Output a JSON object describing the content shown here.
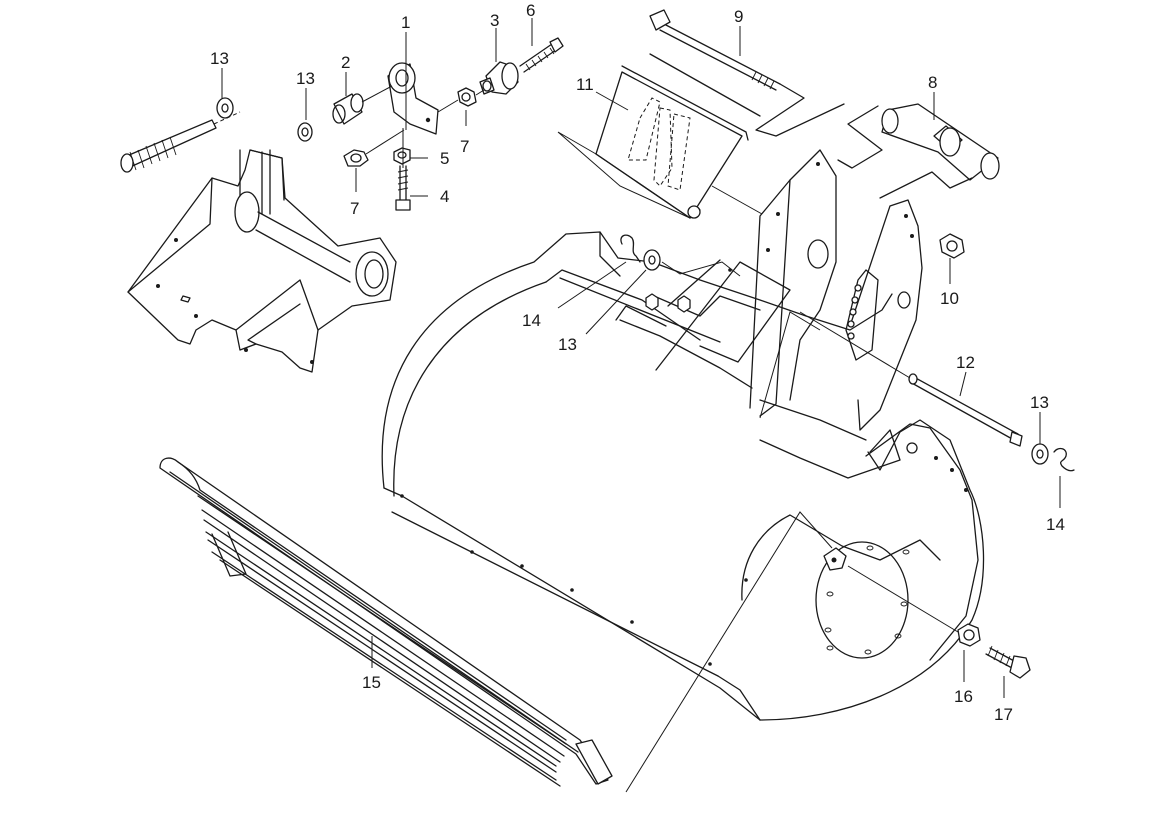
{
  "diagram": {
    "callouts": [
      {
        "id": "c1",
        "label": "1"
      },
      {
        "id": "c2",
        "label": "2"
      },
      {
        "id": "c3",
        "label": "3"
      },
      {
        "id": "c4",
        "label": "4"
      },
      {
        "id": "c5",
        "label": "5"
      },
      {
        "id": "c6",
        "label": "6"
      },
      {
        "id": "c7a",
        "label": "7"
      },
      {
        "id": "c7b",
        "label": "7"
      },
      {
        "id": "c8",
        "label": "8"
      },
      {
        "id": "c9",
        "label": "9"
      },
      {
        "id": "c10",
        "label": "10"
      },
      {
        "id": "c11",
        "label": "11"
      },
      {
        "id": "c12",
        "label": "12"
      },
      {
        "id": "c13a",
        "label": "13"
      },
      {
        "id": "c13b",
        "label": "13"
      },
      {
        "id": "c13c",
        "label": "13"
      },
      {
        "id": "c13d",
        "label": "13"
      },
      {
        "id": "c14a",
        "label": "14"
      },
      {
        "id": "c14b",
        "label": "14"
      },
      {
        "id": "c15",
        "label": "15"
      },
      {
        "id": "c16",
        "label": "16"
      },
      {
        "id": "c17",
        "label": "17"
      }
    ]
  }
}
